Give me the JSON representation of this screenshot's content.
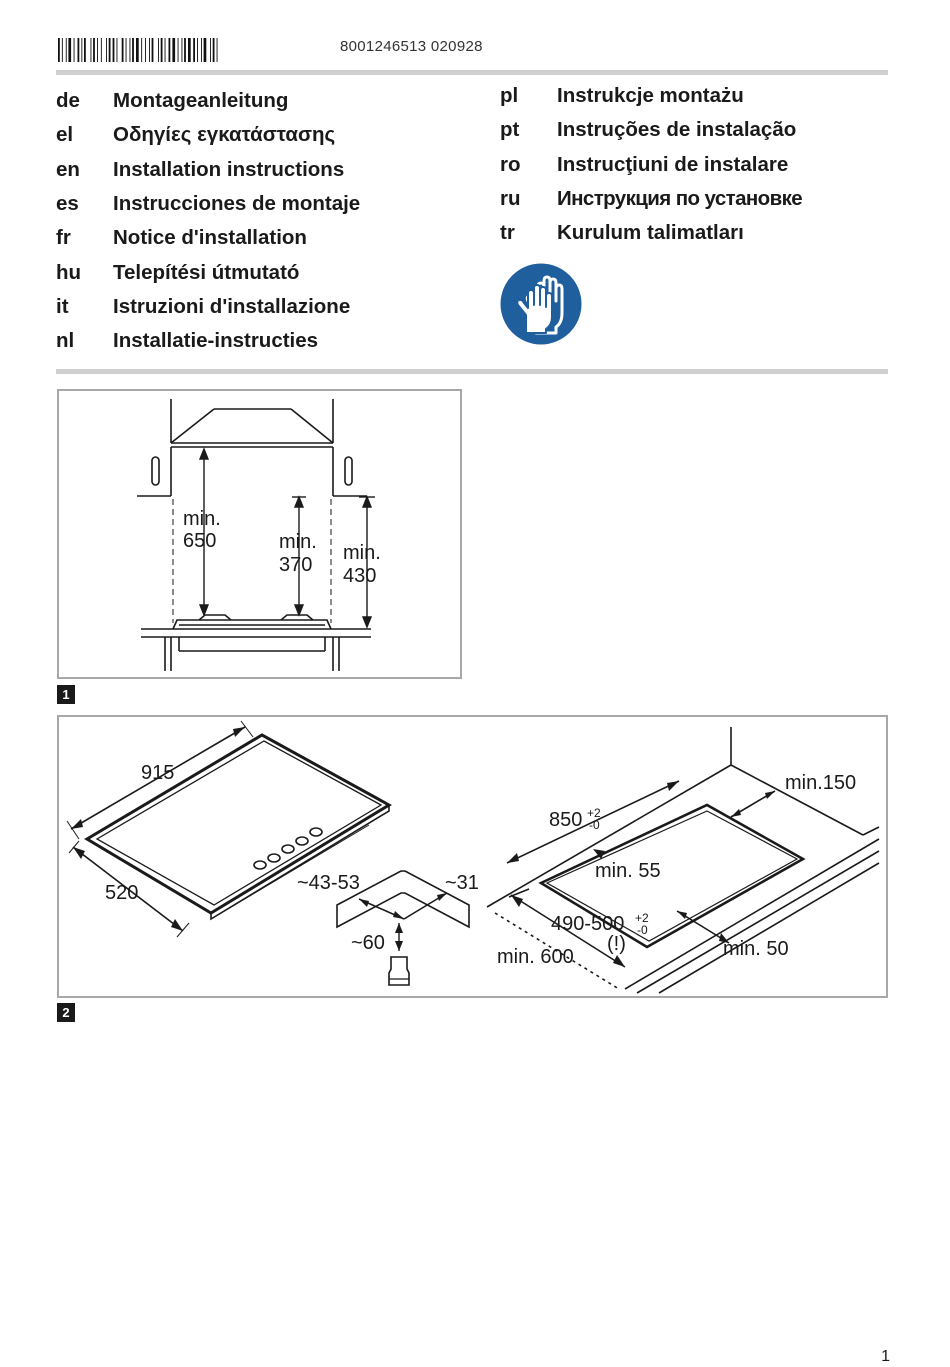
{
  "header": {
    "code": "8001246513 020928"
  },
  "languages_left": [
    {
      "code": "de",
      "title": "Montageanleitung"
    },
    {
      "code": "el",
      "title": "Οδηγίες εγκατάστασης"
    },
    {
      "code": "en",
      "title": "Installation instructions"
    },
    {
      "code": "es",
      "title": "Instrucciones de montaje"
    },
    {
      "code": "fr",
      "title": "Notice d'installation"
    },
    {
      "code": "hu",
      "title": "Telepítési útmutató"
    },
    {
      "code": "it",
      "title": "Istruzioni d'installazione"
    },
    {
      "code": "nl",
      "title": "Installatie-instructies"
    }
  ],
  "languages_right": [
    {
      "code": "pl",
      "title": "Instrukcje montażu"
    },
    {
      "code": "pt",
      "title": "Instruções de instalação"
    },
    {
      "code": "ro",
      "title": "Instrucţiuni de instalare"
    },
    {
      "code": "ru",
      "title": "Инструкция по установке"
    },
    {
      "code": "tr",
      "title": "Kurulum talimatları"
    }
  ],
  "safety_icon": "protective-gloves-icon",
  "figure1": {
    "number": "1",
    "labels": {
      "min_650_a": "min.",
      "min_650_b": "650",
      "min_370_a": "min.",
      "min_370_b": "370",
      "min_430_a": "min.",
      "min_430_b": "430"
    }
  },
  "figure2": {
    "number": "2",
    "labels": {
      "width": "915",
      "depth": "520",
      "thickness": "~43-53",
      "lip": "~31",
      "connector": "~60",
      "cutout_w": "850",
      "cutout_w_tol_top": "+2",
      "cutout_w_tol_bot": "-0",
      "min150": "min.150",
      "min55": "min. 55",
      "cutout_d": "490-500",
      "cutout_d_tol_top": "+2",
      "cutout_d_tol_bot": "-0",
      "warn": "(!)",
      "min600": "min. 600",
      "min50": "min. 50"
    }
  },
  "colors": {
    "icon_blue": "#1f5f9e",
    "frame_gray": "#a8a8a8",
    "rule_gray": "#cfcfcf"
  },
  "page_number": "1"
}
